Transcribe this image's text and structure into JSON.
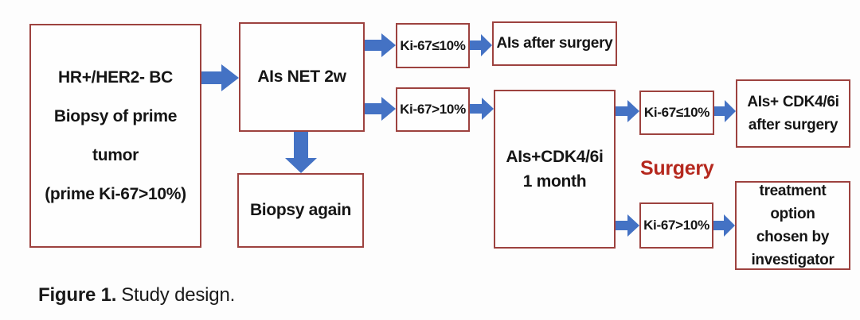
{
  "colors": {
    "arrow": "#4472c4",
    "box_border": "#9d423f",
    "surgery_text": "#b5281e",
    "text": "#151515"
  },
  "nodes": {
    "primary": {
      "lines": [
        "HR+/HER2- BC",
        "Biopsy of prime tumor",
        "(prime Ki-67>10%)"
      ]
    },
    "ais_net": {
      "label": "AIs NET 2w"
    },
    "ki67_le10_a": {
      "label": "Ki-67≤10%"
    },
    "ais_after_surgery": {
      "label": "AIs after surgery"
    },
    "ki67_gt10_a": {
      "label": "Ki-67>10%"
    },
    "biopsy_again": {
      "label": "Biopsy again"
    },
    "ais_cdk": {
      "lines": [
        "AIs+CDK4/6i",
        "1 month"
      ]
    },
    "ki67_le10_b": {
      "label": "Ki-67≤10%"
    },
    "ais_cdk_after_surgery": {
      "lines": [
        "AIs+ CDK4/6i",
        "after surgery"
      ]
    },
    "surgery_label": "Surgery",
    "ki67_gt10_b": {
      "label": "Ki-67>10%"
    },
    "treatment_option": {
      "lines": [
        "treatment option",
        "chosen by",
        "investigator"
      ]
    }
  },
  "caption": {
    "label": "Figure 1.",
    "text": "Study design."
  }
}
